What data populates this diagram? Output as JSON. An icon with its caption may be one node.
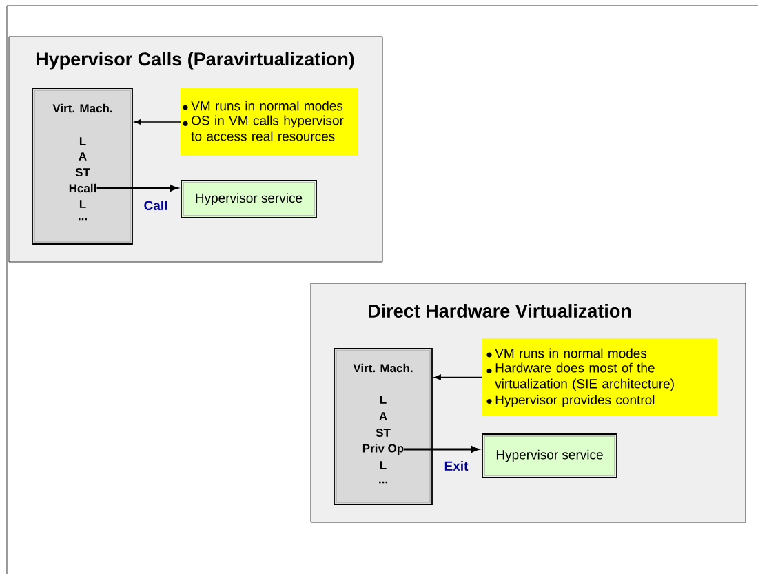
{
  "diagram": {
    "nodes": [
      {
        "text": [
          "Hypervisor Calls (Paravirtualization)"
        ]
      },
      {
        "text": [
          "Virt. Mach.",
          "L",
          "A",
          "ST",
          "Hcall",
          "L",
          "..."
        ],
        "in": 0
      },
      {
        "text": [
          "VM runs in normal modes",
          "OS in VM calls hypervisor to access real resources"
        ],
        "in": 0
      },
      {
        "text": [
          "Hypervisor service"
        ],
        "in": 0
      },
      {
        "text": [
          "Direct Hardware Virtualization"
        ]
      },
      {
        "text": [
          "Virt. Mach.",
          "L",
          "A",
          "ST",
          "Priv Op",
          "L",
          "..."
        ],
        "in": 4
      },
      {
        "text": [
          "VM runs in normal modes",
          "Hardware does most of the virtualization (SIE architecture)",
          "Hypervisor provides control"
        ],
        "in": 4
      },
      {
        "text": [
          "Hypervisor service"
        ],
        "in": 4
      }
    ],
    "edges": [
      {
        "from": 2,
        "to": 1,
        "arrow": "to"
      },
      {
        "from": 1,
        "to": 3,
        "arrow": "to",
        "label": "Call",
        "style": "thick"
      },
      {
        "from": 6,
        "to": 5,
        "arrow": "to"
      },
      {
        "from": 5,
        "to": 7,
        "arrow": "to",
        "label": "Exit",
        "style": "thick"
      }
    ]
  }
}
